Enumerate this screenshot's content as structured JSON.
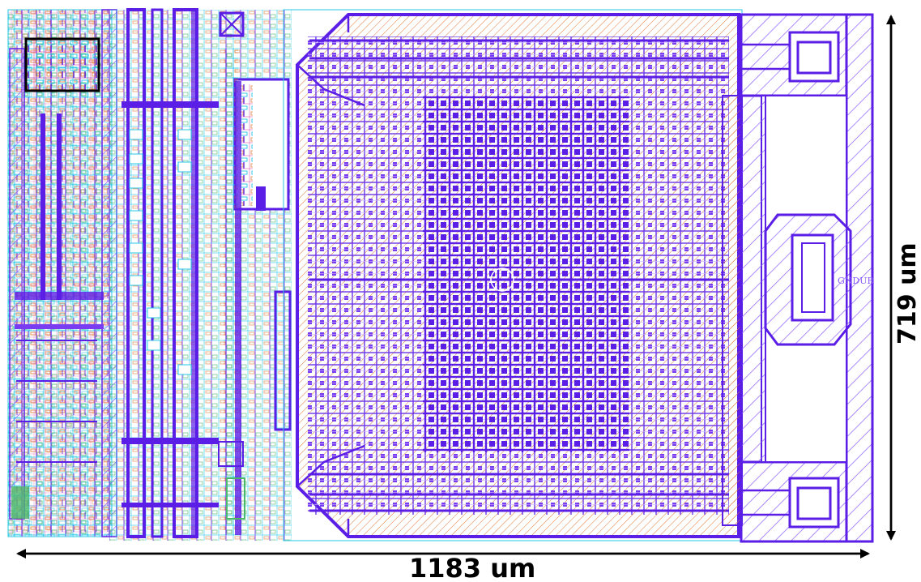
{
  "figure": {
    "width_label": "1183 um",
    "height_label": "719 um",
    "net_label": "GNDUR"
  },
  "colors": {
    "metal_primary": "#5a1ee6",
    "metal_secondary": "#7a3cf0",
    "hatch": "#8a5cff",
    "cyan_layer": "#27c8e6",
    "orange_layer": "#e07a3a",
    "green_layer": "#4bb86a",
    "pink_layer": "#e060b0",
    "dimension_arrow": "#000000",
    "highlight_box": "#000000"
  }
}
